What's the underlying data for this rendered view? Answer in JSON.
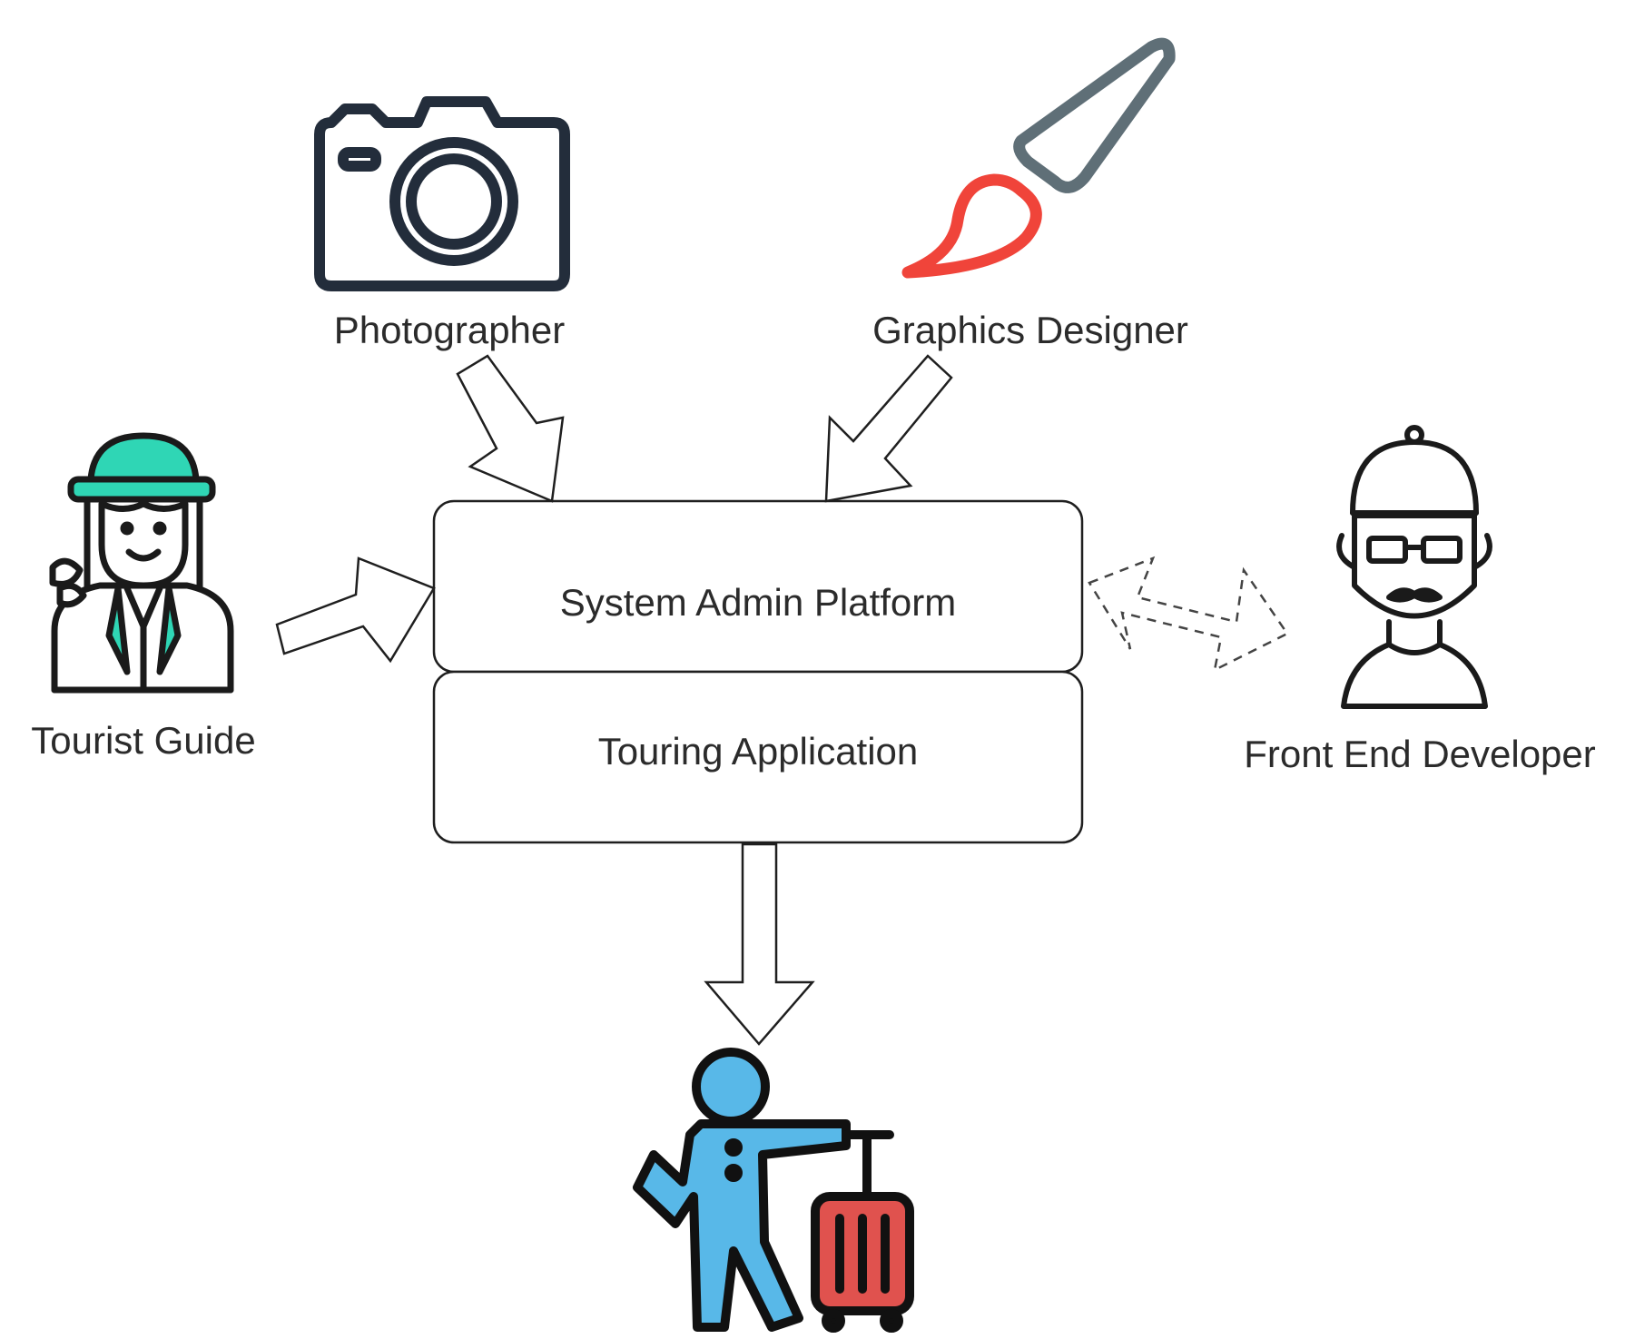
{
  "actors": {
    "photographer": {
      "label": "Photographer",
      "icon": "camera-icon",
      "color": "#232d3b"
    },
    "graphics_designer": {
      "label": "Graphics Designer",
      "icon": "paint-brush-icon",
      "colors": {
        "handle": "#5f6f77",
        "tip": "#f0443a"
      }
    },
    "tourist_guide": {
      "label": "Tourist Guide",
      "icon": "tourist-guide-icon",
      "accent": "#2fd6b5"
    },
    "front_end_developer": {
      "label": "Front End Developer",
      "icon": "developer-icon"
    },
    "traveler": {
      "label": "",
      "icon": "traveler-with-suitcase-icon",
      "colors": {
        "body": "#58b8e8",
        "suitcase": "#e0524e"
      }
    }
  },
  "platform": {
    "top_box": "System Admin Platform",
    "bottom_box": "Touring Application"
  },
  "connections": [
    {
      "from": "photographer",
      "to": "platform",
      "style": "hollow-arrow"
    },
    {
      "from": "graphics_designer",
      "to": "platform",
      "style": "hollow-arrow"
    },
    {
      "from": "tourist_guide",
      "to": "platform",
      "style": "hollow-arrow"
    },
    {
      "from": "platform",
      "to": "front_end_developer",
      "style": "dashed-double-arrow"
    },
    {
      "from": "platform",
      "to": "traveler",
      "style": "hollow-arrow"
    }
  ]
}
